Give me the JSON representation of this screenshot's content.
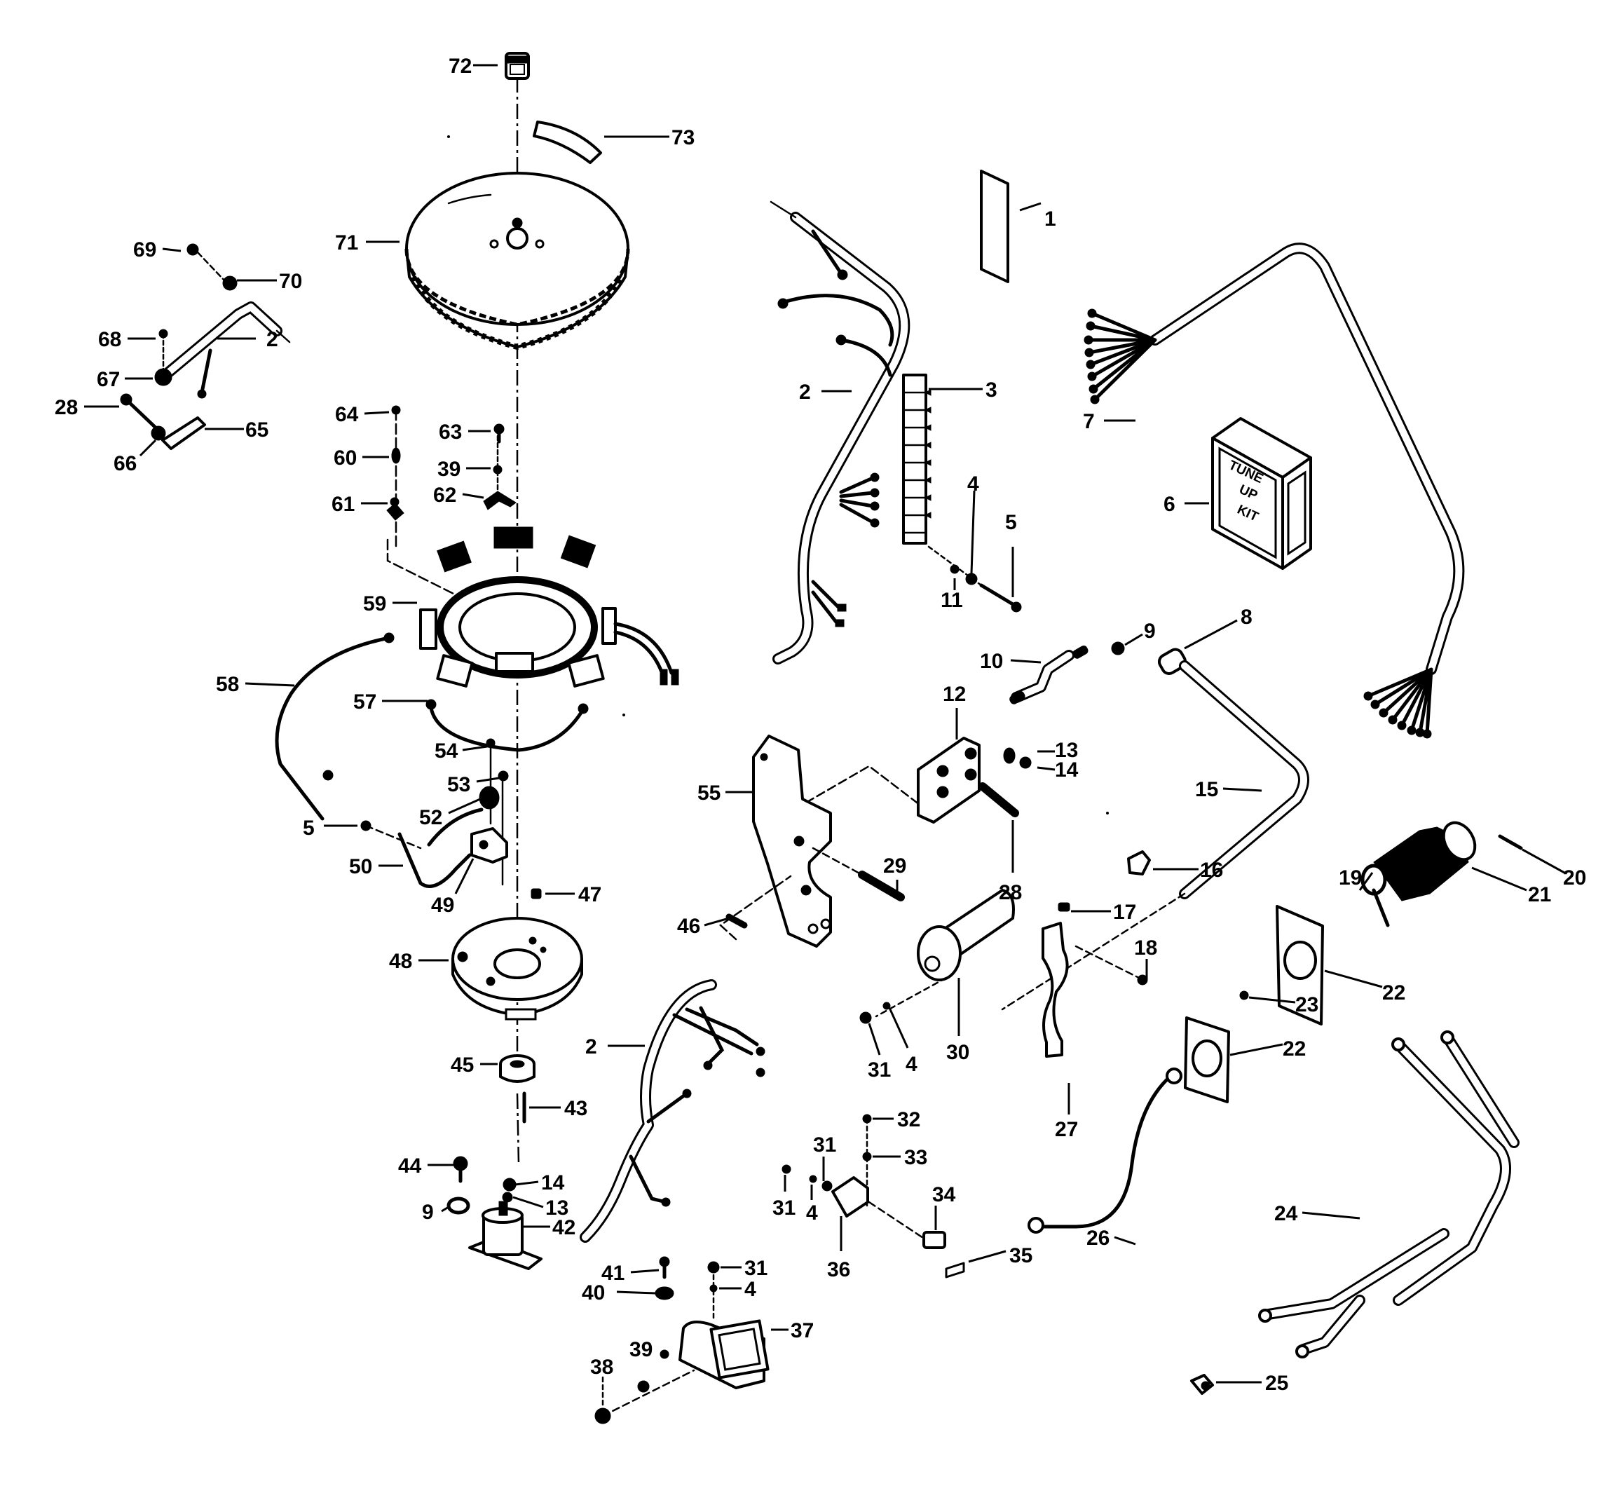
{
  "diagram": {
    "title": "",
    "type": "exploded parts diagram",
    "kit_text": [
      "TUNE",
      "UP",
      "KIT"
    ],
    "callouts": [
      {
        "id": "c72",
        "label": "72",
        "part": "flywheel-nut"
      },
      {
        "id": "c73",
        "label": "73",
        "part": "flywheel-key"
      },
      {
        "id": "c71",
        "label": "71",
        "part": "flywheel"
      },
      {
        "id": "c69",
        "label": "69",
        "part": "screw"
      },
      {
        "id": "c70",
        "label": "70",
        "part": "clip"
      },
      {
        "id": "c68",
        "label": "68",
        "part": "screw"
      },
      {
        "id": "c2a",
        "label": "2",
        "part": "wire-harness"
      },
      {
        "id": "c67",
        "label": "67",
        "part": "washer"
      },
      {
        "id": "c28a",
        "label": "28",
        "part": "screw"
      },
      {
        "id": "c65",
        "label": "65",
        "part": "bracket"
      },
      {
        "id": "c66",
        "label": "66",
        "part": "nut"
      },
      {
        "id": "c64",
        "label": "64",
        "part": "screw"
      },
      {
        "id": "c60",
        "label": "60",
        "part": "clamp"
      },
      {
        "id": "c61",
        "label": "61",
        "part": "screw"
      },
      {
        "id": "c63",
        "label": "63",
        "part": "screw"
      },
      {
        "id": "c39a",
        "label": "39",
        "part": "washer"
      },
      {
        "id": "c62",
        "label": "62",
        "part": "clamp"
      },
      {
        "id": "c59",
        "label": "59",
        "part": "stator"
      },
      {
        "id": "c58",
        "label": "58",
        "part": "lead"
      },
      {
        "id": "c57",
        "label": "57",
        "part": "lead"
      },
      {
        "id": "c54",
        "label": "54",
        "part": "screw"
      },
      {
        "id": "c53",
        "label": "53",
        "part": "screw"
      },
      {
        "id": "c52",
        "label": "52",
        "part": "clamp"
      },
      {
        "id": "c5a",
        "label": "5",
        "part": "screw"
      },
      {
        "id": "c50",
        "label": "50",
        "part": "lead"
      },
      {
        "id": "c49",
        "label": "49",
        "part": "sensor"
      },
      {
        "id": "c47",
        "label": "47",
        "part": "spacer"
      },
      {
        "id": "c48",
        "label": "48",
        "part": "timer-base"
      },
      {
        "id": "c45",
        "label": "45",
        "part": "bushing"
      },
      {
        "id": "c43",
        "label": "43",
        "part": "pin"
      },
      {
        "id": "c44",
        "label": "44",
        "part": "screw"
      },
      {
        "id": "c9a",
        "label": "9",
        "part": "washer"
      },
      {
        "id": "c14a",
        "label": "14",
        "part": "nut"
      },
      {
        "id": "c13a",
        "label": "13",
        "part": "washer"
      },
      {
        "id": "c42",
        "label": "42",
        "part": "solenoid"
      },
      {
        "id": "c2b",
        "label": "2",
        "part": "wire-harness"
      },
      {
        "id": "c41",
        "label": "41",
        "part": "screw"
      },
      {
        "id": "c40",
        "label": "40",
        "part": "grommet"
      },
      {
        "id": "c31a",
        "label": "31",
        "part": "nut"
      },
      {
        "id": "c4a",
        "label": "4",
        "part": "washer"
      },
      {
        "id": "c37",
        "label": "37",
        "part": "rectifier"
      },
      {
        "id": "c39b",
        "label": "39",
        "part": "washer"
      },
      {
        "id": "c38",
        "label": "38",
        "part": "nut"
      },
      {
        "id": "c1",
        "label": "1",
        "part": "decal"
      },
      {
        "id": "c3",
        "label": "3",
        "part": "terminal-block"
      },
      {
        "id": "c2c",
        "label": "2",
        "part": "wire-harness"
      },
      {
        "id": "c4b",
        "label": "4",
        "part": "washer"
      },
      {
        "id": "c5b",
        "label": "5",
        "part": "screw"
      },
      {
        "id": "c11",
        "label": "11",
        "part": "nut"
      },
      {
        "id": "c6",
        "label": "6",
        "part": "tune-up-kit"
      },
      {
        "id": "c7",
        "label": "7",
        "part": "cable-harness"
      },
      {
        "id": "c10",
        "label": "10",
        "part": "coil-lead"
      },
      {
        "id": "c9b",
        "label": "9",
        "part": "washer"
      },
      {
        "id": "c8",
        "label": "8",
        "part": "spark-plug-boot"
      },
      {
        "id": "c12",
        "label": "12",
        "part": "power-pack"
      },
      {
        "id": "c13b",
        "label": "13",
        "part": "washer"
      },
      {
        "id": "c14b",
        "label": "14",
        "part": "nut"
      },
      {
        "id": "c15",
        "label": "15",
        "part": "high-tension-lead"
      },
      {
        "id": "c55",
        "label": "55",
        "part": "bracket"
      },
      {
        "id": "c28b",
        "label": "28",
        "part": "screw"
      },
      {
        "id": "c29",
        "label": "29",
        "part": "screw"
      },
      {
        "id": "c46",
        "label": "46",
        "part": "screw"
      },
      {
        "id": "c16",
        "label": "16",
        "part": "boot"
      },
      {
        "id": "c17",
        "label": "17",
        "part": "spring"
      },
      {
        "id": "c19",
        "label": "19",
        "part": "key"
      },
      {
        "id": "c20",
        "label": "20",
        "part": "screw"
      },
      {
        "id": "c21",
        "label": "21",
        "part": "ignition-switch"
      },
      {
        "id": "c22a",
        "label": "22",
        "part": "plate"
      },
      {
        "id": "c23",
        "label": "23",
        "part": "screw"
      },
      {
        "id": "c22b",
        "label": "22",
        "part": "plate"
      },
      {
        "id": "c18",
        "label": "18",
        "part": "screw"
      },
      {
        "id": "c30",
        "label": "30",
        "part": "ignition-coil"
      },
      {
        "id": "c31b",
        "label": "31",
        "part": "nut"
      },
      {
        "id": "c4c",
        "label": "4",
        "part": "washer"
      },
      {
        "id": "c27",
        "label": "27",
        "part": "clamp"
      },
      {
        "id": "c24",
        "label": "24",
        "part": "battery-cable"
      },
      {
        "id": "c25",
        "label": "25",
        "part": "terminal"
      },
      {
        "id": "c26",
        "label": "26",
        "part": "ground-lead"
      },
      {
        "id": "c32",
        "label": "32",
        "part": "screw"
      },
      {
        "id": "c33",
        "label": "33",
        "part": "washer"
      },
      {
        "id": "c31c",
        "label": "31",
        "part": "nut"
      },
      {
        "id": "c31d",
        "label": "31",
        "part": "nut"
      },
      {
        "id": "c4d",
        "label": "4",
        "part": "washer"
      },
      {
        "id": "c36",
        "label": "36",
        "part": "bracket"
      },
      {
        "id": "c34",
        "label": "34",
        "part": "fuse-holder"
      },
      {
        "id": "c35",
        "label": "35",
        "part": "fuse"
      }
    ]
  }
}
